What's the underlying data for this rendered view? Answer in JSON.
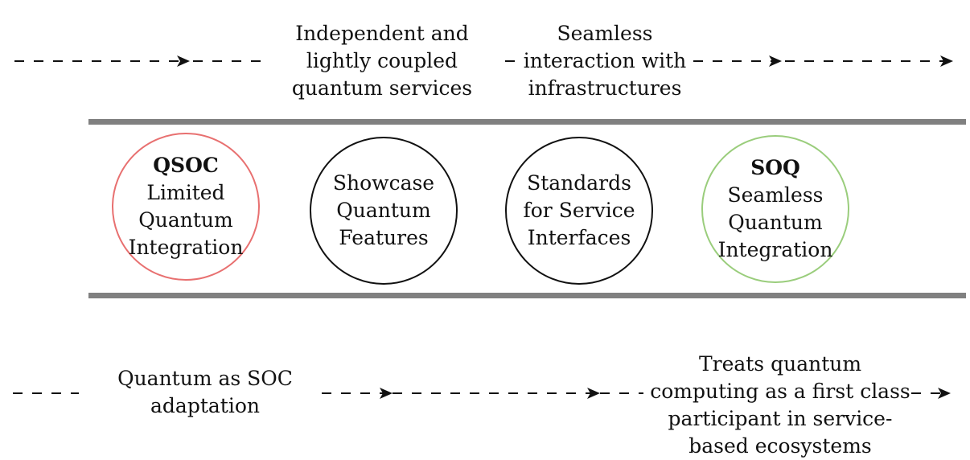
{
  "top_labels": {
    "left": [
      "Independent and",
      "lightly coupled",
      "quantum services"
    ],
    "right": [
      "Seamless",
      "interaction with",
      "infrastructures"
    ]
  },
  "bottom_labels": {
    "left": [
      "Quantum as SOC",
      "adaptation"
    ],
    "right": [
      "Treats quantum",
      "computing as a first class",
      "participant in service-",
      "based ecosystems"
    ]
  },
  "circles": [
    {
      "title": "QSOC",
      "lines": [
        "Limited",
        "Quantum",
        "Integration"
      ],
      "border_color": "#e87070"
    },
    {
      "title": "",
      "lines": [
        "Showcase",
        "Quantum",
        "Features"
      ],
      "border_color": "#111111"
    },
    {
      "title": "",
      "lines": [
        "Standards",
        "for Service",
        "Interfaces"
      ],
      "border_color": "#111111"
    },
    {
      "title": "SOQ",
      "lines": [
        "Seamless",
        "Quantum",
        "Integration"
      ],
      "border_color": "#9acd7c"
    }
  ],
  "colors": {
    "band_line": "#808080",
    "arrow": "#111111"
  }
}
